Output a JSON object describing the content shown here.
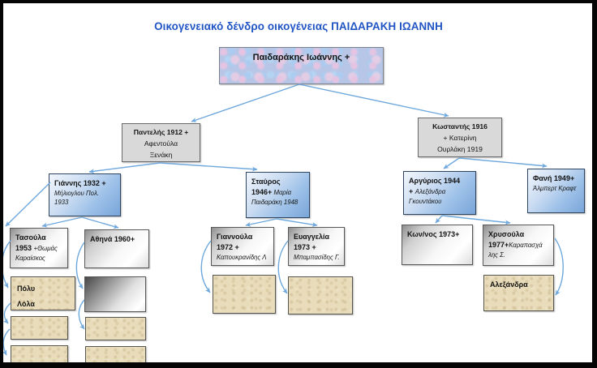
{
  "title": "Οικογενειακό δένδρο οικογένειας ΠΑΙΔΑΡΑΚΗ ΙΩΑΝΝΗ",
  "colors": {
    "c_title": "#2155c4",
    "c_arrow": "#6fa8dc",
    "c_gray": "#d9d9d9",
    "c_parchment": "#e9dcba",
    "c_node_blue": "#79a5d9"
  },
  "nodes": {
    "root": {
      "name": "Παιδαράκης Ιωάννης +"
    },
    "pantelis": {
      "line1": "Παντελής 1912 +",
      "line2": "Αφεντούλα",
      "line3": "Ξενάκη"
    },
    "kostantis": {
      "line1": "Κωσταντής  1916",
      "line2": "+  Κατερίνη",
      "line3": "Ουρλάκη 1919"
    },
    "giannis": {
      "line1": "Γιάννης 1932  +",
      "line2": "Μήλιογλου Πολ.",
      "line3": "1933"
    },
    "stavros": {
      "line1": "Σταύρος",
      "line2a": "1946+",
      "line2b": " Μαρία",
      "line3": "Παιδαράκη 1948"
    },
    "argyrios": {
      "line1": "Αργύριος 1944",
      "line2a": "+ ",
      "line2b": "Αλεξάνδρα",
      "line3": "Γκουντάκου"
    },
    "fani": {
      "line1": "Φανή 1949+",
      "line2": "Άλμπερτ Κραφτ"
    },
    "tasoula": {
      "line1": "Τασούλα",
      "line2a": "1953 ",
      "line2b": "+Θωμάς",
      "line3": "Καραίσκος"
    },
    "athina": {
      "line1": "Αθηνά 1960+"
    },
    "giannoula": {
      "line1": "Γιαννούλα",
      "line2": "1972 +",
      "line3": "Καπουκρανίδης Λ"
    },
    "evangelia": {
      "line1": "Ευαγγελία",
      "line2": "1973 +",
      "line3": "Μπαμπασίδης Γ."
    },
    "konnos": {
      "line1": "Κων/νος  1973+"
    },
    "chrysoula": {
      "line1": "Χρυσούλα",
      "line2a": "1977+",
      "line2b": "Καραπασχά",
      "line3": "λης Σ."
    },
    "poly_lola": {
      "line1": "Πόλυ",
      "line2": "Λόλα"
    },
    "alexandra": {
      "line1": "Αλεξάνδρα"
    }
  }
}
